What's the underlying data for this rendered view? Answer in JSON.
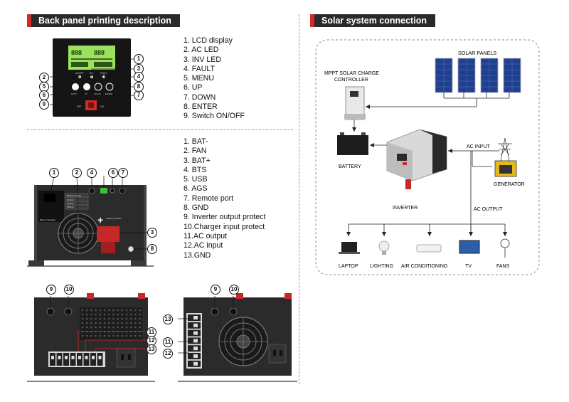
{
  "left_header": "Back panel printing description",
  "right_header": "Solar system connection",
  "front_panel_list": [
    "1.  LCD display",
    "2.  AC LED",
    "3.  INV LED",
    "4.  FAULT",
    "5.  MENU",
    "6.  UP",
    "7.  DOWN",
    "8.  ENTER",
    "9.  Switch ON/OFF"
  ],
  "back_panel_list": [
    "1.  BAT-",
    "2.  FAN",
    "3.  BAT+",
    "4.  BTS",
    "5.  USB",
    "6.  AGS",
    "7.  Remote port",
    "8.  GND",
    "9.  Inverter output protect",
    "10.Charger input protect",
    "11.AC output",
    "12.AC input",
    "13.GND"
  ],
  "lcd_text": {
    "left": "888",
    "right": "888"
  },
  "front_led_labels": {
    "ac": "AC/OFF",
    "inv": "INV",
    "fault": "FAULT"
  },
  "front_button_labels": {
    "menu": "MENU",
    "up": "UP",
    "down": "DOWN",
    "enter": "ENTER"
  },
  "front_switch_labels": {
    "off": "OFF",
    "on": "ON"
  },
  "front_callouts": [
    "1",
    "2",
    "3",
    "4",
    "5",
    "6",
    "7",
    "8",
    "9"
  ],
  "side_callouts": {
    "top": [
      "1",
      "2",
      "4",
      "6",
      "7"
    ],
    "right": [
      "3",
      "8"
    ]
  },
  "battery_table": [
    "Battery Voltage",
    "12VDC",
    "24VDC",
    "48VDC"
  ],
  "battery_label": "Battery Negative",
  "battery_pos_label": "Battery Positive",
  "bottom_callouts": {
    "left": [
      "9",
      "10"
    ],
    "left_side": [
      "11",
      "12",
      "13"
    ],
    "right": [
      "9",
      "10"
    ],
    "right_side": [
      "13",
      "11",
      "12"
    ]
  },
  "solar": {
    "solar_panels": "SOLAR PANELS",
    "mppt_line1": "MPPT SOLAR CHARGE",
    "mppt_line2": "CONTROLLER",
    "battery": "BATTERY",
    "inverter": "INVERTER",
    "ac_input": "AC INPUT",
    "generator": "GENERATOR",
    "ac_output": "AC OUTPUT",
    "loads": [
      "LAPTOP",
      "LIGHTING",
      "AIR CONDITIONING",
      "TV",
      "FANS"
    ]
  },
  "colors": {
    "accent": "#d12a2a",
    "header_bg": "#2a2a2a",
    "lcd": "#9be15d",
    "panel_blue": "#1f3f8f"
  }
}
